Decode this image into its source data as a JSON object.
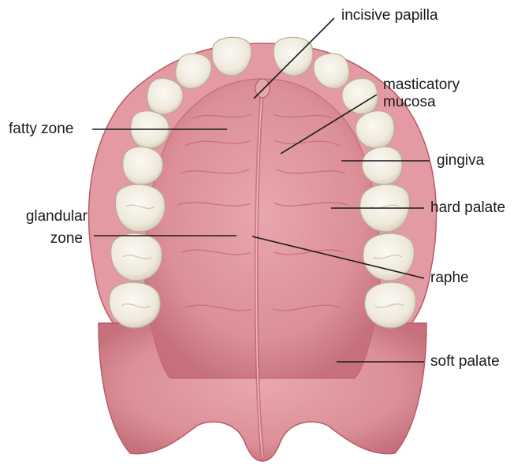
{
  "labels": {
    "incisive_papilla": "incisive papilla",
    "masticatory_mucosa_line1": "masticatory",
    "masticatory_mucosa_line2": "mucosa",
    "fatty_zone": "fatty zone",
    "gingiva": "gingiva",
    "hard_palate": "hard palate",
    "glandular_zone_line1": "glandular",
    "glandular_zone_line2": "zone",
    "raphe": "raphe",
    "soft_palate": "soft palate"
  },
  "colors": {
    "palate": "#dc8f97",
    "palate_dark": "#c2606d",
    "gingiva": "#e8a2aa",
    "tooth": "#f3efe6",
    "tooth_shadow": "#d8d0bf",
    "leader": "#1a1a1a"
  }
}
